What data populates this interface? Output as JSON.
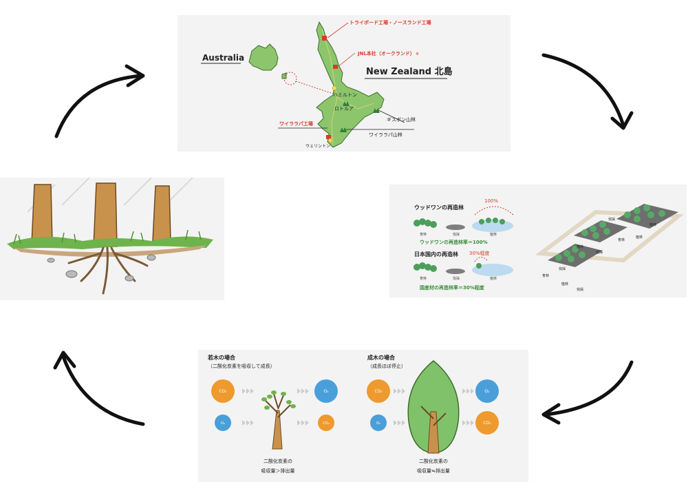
{
  "map": {
    "label_australia": "Australia",
    "label_nz": "New Zealand 北島",
    "label_trybord": "トライボード工場・ノースランド工場",
    "label_jnl": "JNL本社（オークランド）",
    "label_jnl_note": "※",
    "label_hamilton": "ハミルトン",
    "label_rotorua": "ロトルア",
    "label_gisborne": "ギスボン山林",
    "label_wairarapa_factory": "ワイララパ工場",
    "label_wairarapa_forest": "ワイララパ山林",
    "label_wellington": "ウェリントン",
    "colors": {
      "land": "#8cc56c",
      "land_stroke": "#3d6e2c",
      "accent": "#d93a2b"
    }
  },
  "reforest": {
    "title_woodone": "ウッドワンの再造林",
    "title_japan": "日本国内の再造林",
    "pct_100": "100%",
    "pct_30": "30%程度",
    "stage_grow": "育林",
    "stage_cut": "伐採",
    "stage_plant": "植林",
    "rate_woodone": "ウッドワンの再造林率＝100%",
    "rate_japan": "国産材の再造林率＝30%程度",
    "iso_labels": [
      "伐採",
      "植林",
      "植林",
      "伐採",
      "育林",
      "植林",
      "伐採",
      "育林",
      "植林",
      "伐採"
    ]
  },
  "co2": {
    "young_title": "若木の場合",
    "young_sub": "（二酸化炭素を吸収して成長）",
    "mature_title": "成木の場合",
    "mature_sub": "（成長ほぼ停止）",
    "co2": "CO₂",
    "o2": "O₂",
    "young_caption_1": "二酸化炭素の",
    "young_caption_2": "吸収量＞排出量",
    "mature_caption_1": "二酸化炭素の",
    "mature_caption_2": "吸収量≒排出量",
    "colors": {
      "co2": "#ee9a2e",
      "o2": "#4b9fd9"
    }
  }
}
